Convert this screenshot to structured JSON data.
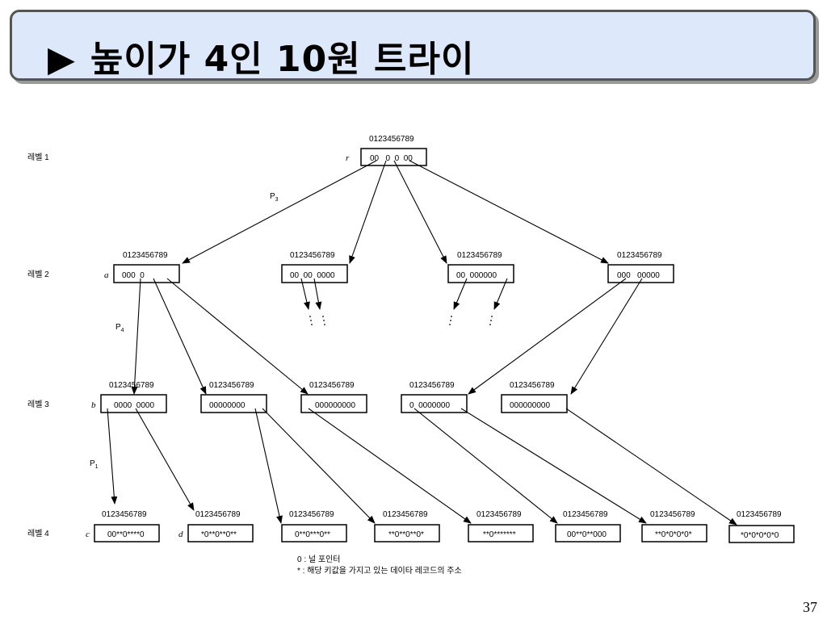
{
  "title": {
    "arrow": "▶",
    "text": "높이가 4인 10원 트라이"
  },
  "index_header": "0123456789",
  "levels": [
    "레벨 1",
    "레벨 2",
    "레벨 3",
    "레벨 4"
  ],
  "pointers": {
    "p3": "P",
    "p3_sub": "3",
    "p4": "P",
    "p4_sub": "4",
    "p1": "P",
    "p1_sub": "1"
  },
  "nodes": {
    "r": {
      "name": "r",
      "content": "00   0  0  00"
    },
    "a": {
      "name": "a",
      "content": "000  0"
    },
    "l2b": {
      "content": "00  00  0000"
    },
    "l2c": {
      "content": "00  000000"
    },
    "l2d": {
      "content": "000   00000"
    },
    "b": {
      "name": "b",
      "content": "0000  0000"
    },
    "l3b": {
      "content": "00000000"
    },
    "l3c": {
      "content": "000000000"
    },
    "l3d": {
      "content": "0  0000000"
    },
    "l3e": {
      "content": "000000000"
    },
    "c": {
      "name": "c",
      "content": "00**0****0"
    },
    "d": {
      "name": "d",
      "content": "*0**0**0**"
    },
    "l4c": {
      "content": "0**0***0**"
    },
    "l4d": {
      "content": "**0**0**0*"
    },
    "l4e": {
      "content": "**0*******"
    },
    "l4f": {
      "content": "00**0**000"
    },
    "l4g": {
      "content": "**0*0*0*0*"
    },
    "l4h": {
      "content": "*0*0*0*0*0"
    }
  },
  "legend": {
    "line1": "0 : 널 포인터",
    "line2": "* : 해당 키값을 가지고 있는 데이타 레코드의 주소"
  },
  "page_number": "37"
}
